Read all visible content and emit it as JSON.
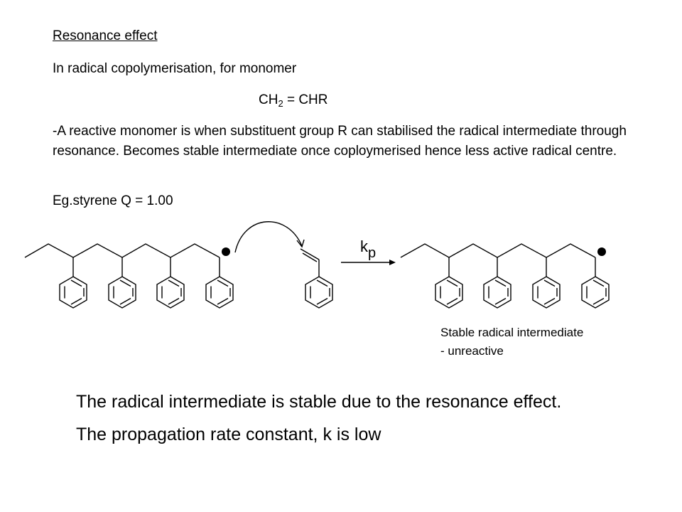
{
  "heading": "Resonance effect",
  "intro": "In radical copolymerisation, for monomer",
  "formula": {
    "pre": "CH",
    "sub": "2",
    "post": " = CHR"
  },
  "paragraph": "-A reactive monomer is when substituent group R can stabilised the radical intermediate through resonance. Becomes stable intermediate once coploymerised hence less active radical centre.",
  "example": "Eg.styrene Q = 1.00",
  "rate_label": {
    "k": "k",
    "sub": "p"
  },
  "product_note": {
    "line1": "Stable radical intermediate",
    "line2": "- unreactive"
  },
  "conclusion": {
    "line1": "The radical intermediate is stable due to the resonance effect.",
    "line2": "The propagation rate constant, k is low"
  }
}
